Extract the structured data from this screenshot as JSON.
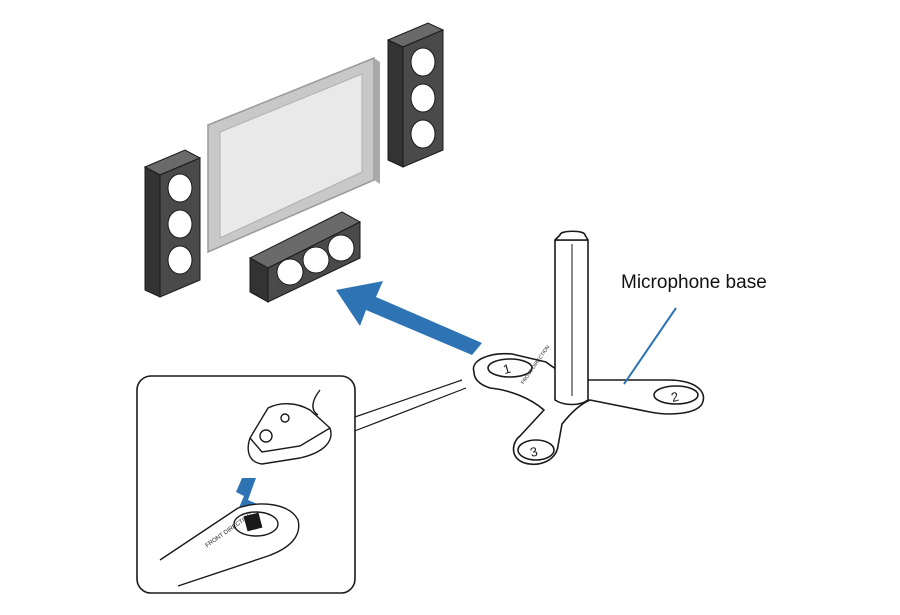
{
  "labels": {
    "callout": "Microphone base",
    "front_direction": "FRONT DIRECTION",
    "foot_1": "1",
    "foot_2": "2",
    "foot_3": "3"
  },
  "colors": {
    "arrow_blue": "#2e74b5",
    "speaker_gray": "#4a4a4a",
    "tv_gray": "#c8c8c8",
    "line_black": "#1a1a1a"
  },
  "icons": {
    "arrow": "arrow-up-left-icon"
  }
}
